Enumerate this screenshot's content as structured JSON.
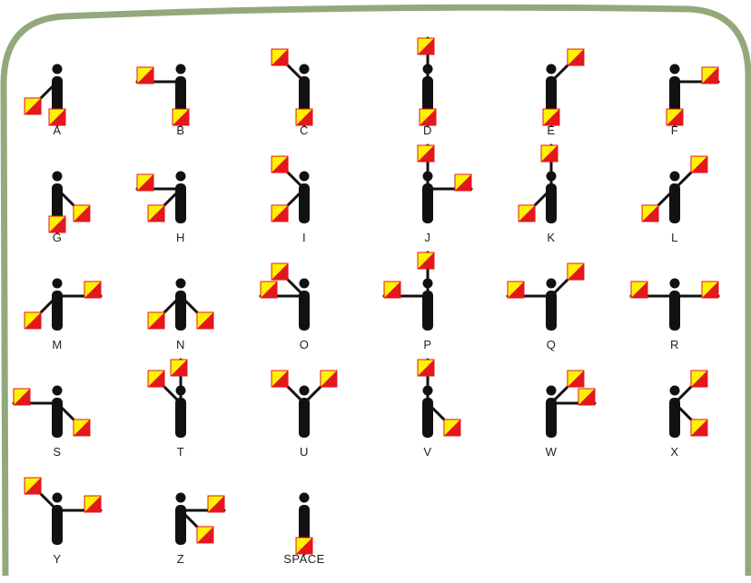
{
  "title": "",
  "colors": {
    "frame": "#93a97c",
    "flag_red": "#e3171c",
    "flag_yellow": "#fff200",
    "figure": "#111111"
  },
  "signals": [
    {
      "letter": "A",
      "left": "low-left",
      "right": "down"
    },
    {
      "letter": "B",
      "left": "left",
      "right": "down"
    },
    {
      "letter": "C",
      "left": "high-left",
      "right": "down"
    },
    {
      "letter": "D",
      "left": "up",
      "right": "down"
    },
    {
      "letter": "E",
      "left": "down",
      "right": "high-right"
    },
    {
      "letter": "F",
      "left": "down",
      "right": "right"
    },
    {
      "letter": "G",
      "left": "down",
      "right": "low-right"
    },
    {
      "letter": "H",
      "left": "left",
      "right": "low-left"
    },
    {
      "letter": "I",
      "left": "high-left",
      "right": "low-left"
    },
    {
      "letter": "J",
      "left": "up",
      "right": "right"
    },
    {
      "letter": "K",
      "left": "up",
      "right": "low-left"
    },
    {
      "letter": "L",
      "left": "high-right",
      "right": "low-left"
    },
    {
      "letter": "M",
      "left": "low-left",
      "right": "right"
    },
    {
      "letter": "N",
      "left": "low-left",
      "right": "low-right"
    },
    {
      "letter": "O",
      "left": "high-left",
      "right": "left"
    },
    {
      "letter": "P",
      "left": "up",
      "right": "left"
    },
    {
      "letter": "Q",
      "left": "high-right",
      "right": "left"
    },
    {
      "letter": "R",
      "left": "left",
      "right": "right"
    },
    {
      "letter": "S",
      "left": "left",
      "right": "low-right"
    },
    {
      "letter": "T",
      "left": "up",
      "right": "high-left"
    },
    {
      "letter": "U",
      "left": "high-left",
      "right": "high-right"
    },
    {
      "letter": "V",
      "left": "up",
      "right": "low-right"
    },
    {
      "letter": "W",
      "left": "high-right",
      "right": "right"
    },
    {
      "letter": "X",
      "left": "high-right",
      "right": "low-right"
    },
    {
      "letter": "Y",
      "left": "high-left",
      "right": "right"
    },
    {
      "letter": "Z",
      "left": "low-right",
      "right": "right"
    },
    {
      "letter": "SPACE",
      "left": "down",
      "right": "down"
    }
  ]
}
